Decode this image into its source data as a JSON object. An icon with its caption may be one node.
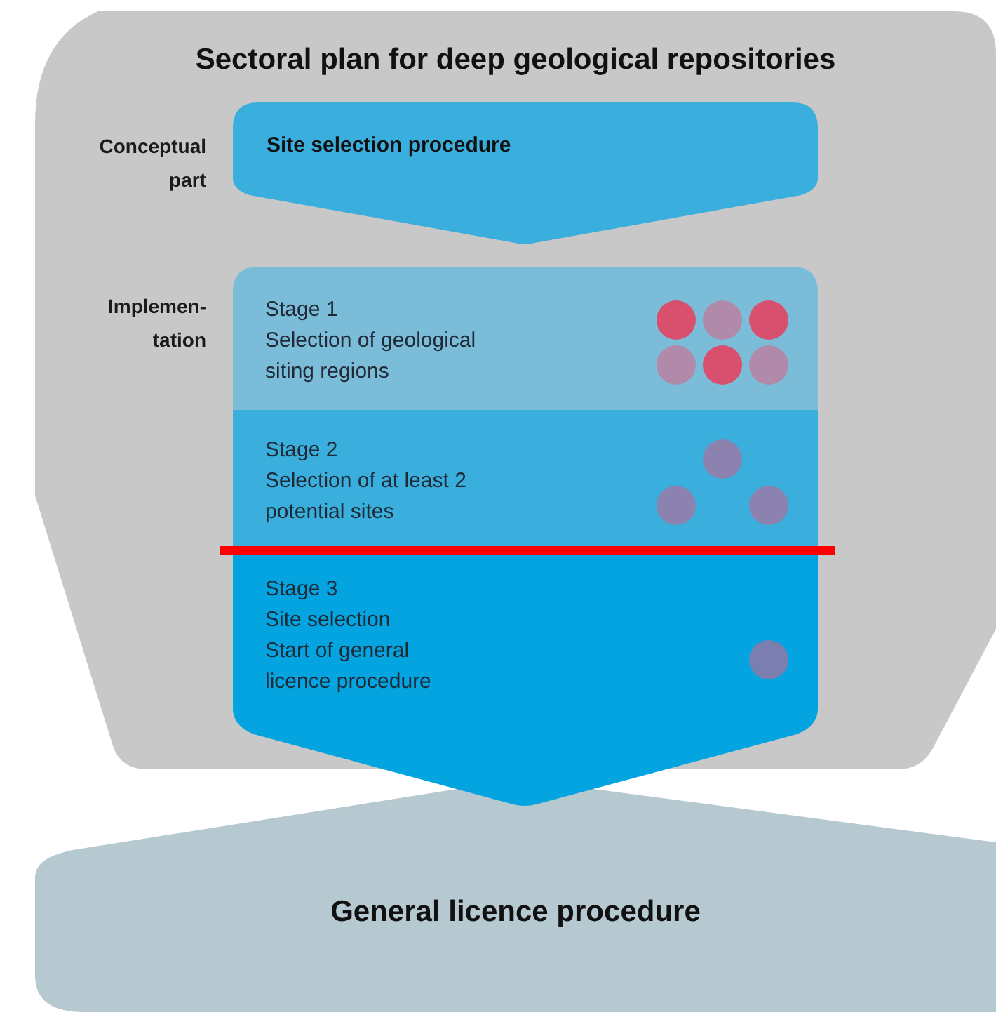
{
  "diagram": {
    "nodes": [
      {
        "text": [
          "Sectoral plan for deep geological repositories"
        ]
      },
      {
        "text": [
          "Site selection procedure"
        ],
        "in": 0
      },
      {
        "text": [
          "Stage 1",
          "Selection of geological siting regions"
        ],
        "in": 0
      },
      {
        "text": [
          "Stage 2",
          "Selection of at least 2 potential sites"
        ],
        "in": 0
      },
      {
        "text": [
          "Stage 3",
          "Site selection",
          "Start of general licence procedure"
        ]
      },
      {
        "text": [
          "General licence procedure"
        ]
      }
    ],
    "labels": [
      "Conceptual part",
      "Implemen- tation"
    ]
  }
}
